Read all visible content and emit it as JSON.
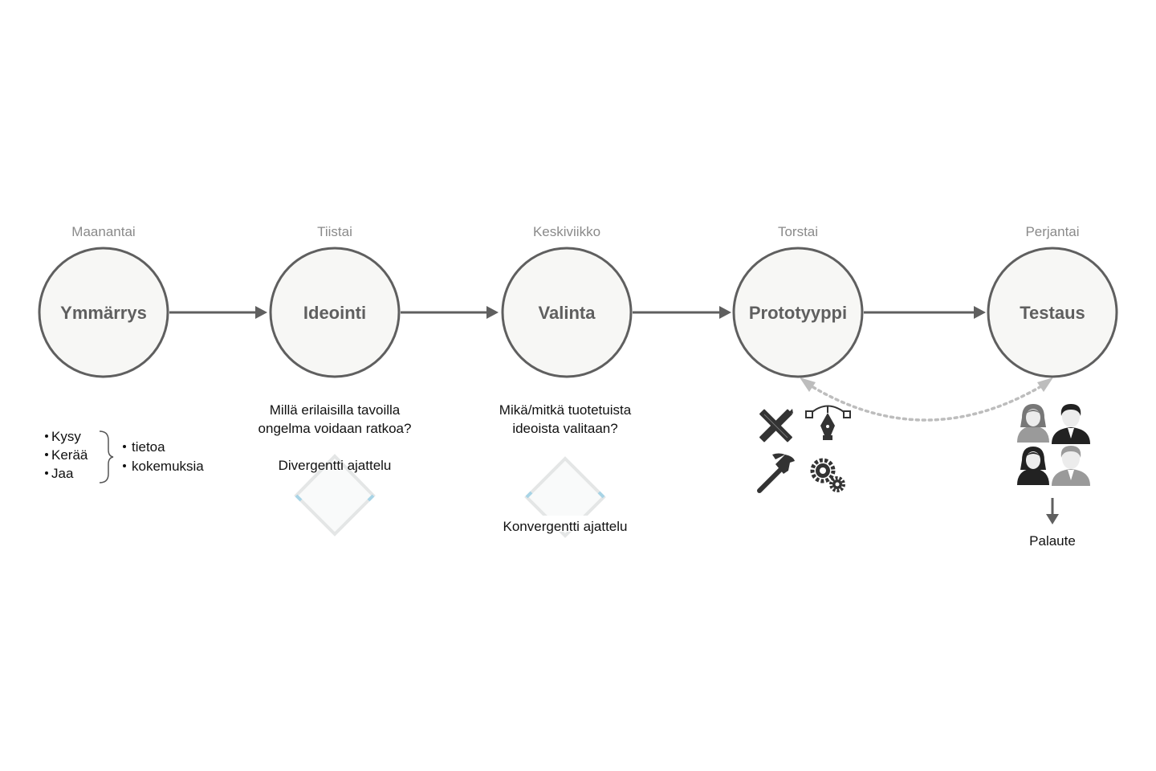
{
  "stages": [
    {
      "day": "Maanantai",
      "name": "Ymmärrys"
    },
    {
      "day": "Tiistai",
      "name": "Ideointi"
    },
    {
      "day": "Keskiviikko",
      "name": "Valinta"
    },
    {
      "day": "Torstai",
      "name": "Prototyyppi"
    },
    {
      "day": "Perjantai",
      "name": "Testaus"
    }
  ],
  "understanding": {
    "actions": [
      "Kysy",
      "Kerää",
      "Jaa"
    ],
    "objects": [
      "tietoa",
      "kokemuksia"
    ]
  },
  "ideation": {
    "question_line1": "Millä erilaisilla tavoilla",
    "question_line2": "ongelma voidaan ratkoa?",
    "thinking": "Divergentti ajattelu"
  },
  "selection": {
    "question_line1": "Mikä/mitkä tuotetuista",
    "question_line2": "ideoista valitaan?",
    "thinking": "Konvergentti ajattelu"
  },
  "prototype": {
    "icons": [
      "ruler-pencil-icon",
      "pen-tool-icon",
      "hammer-icon",
      "gears-icon"
    ]
  },
  "testing": {
    "icons": [
      "user-female-icon",
      "user-male-icon"
    ],
    "feedback": "Palaute"
  },
  "colors": {
    "stroke": "#5f5f5f",
    "circle_fill": "#f7f7f5",
    "day_text": "#8a8a8a",
    "dotted_arrow": "#bdbdbd",
    "diamond_accent": "#a8d4e6"
  }
}
